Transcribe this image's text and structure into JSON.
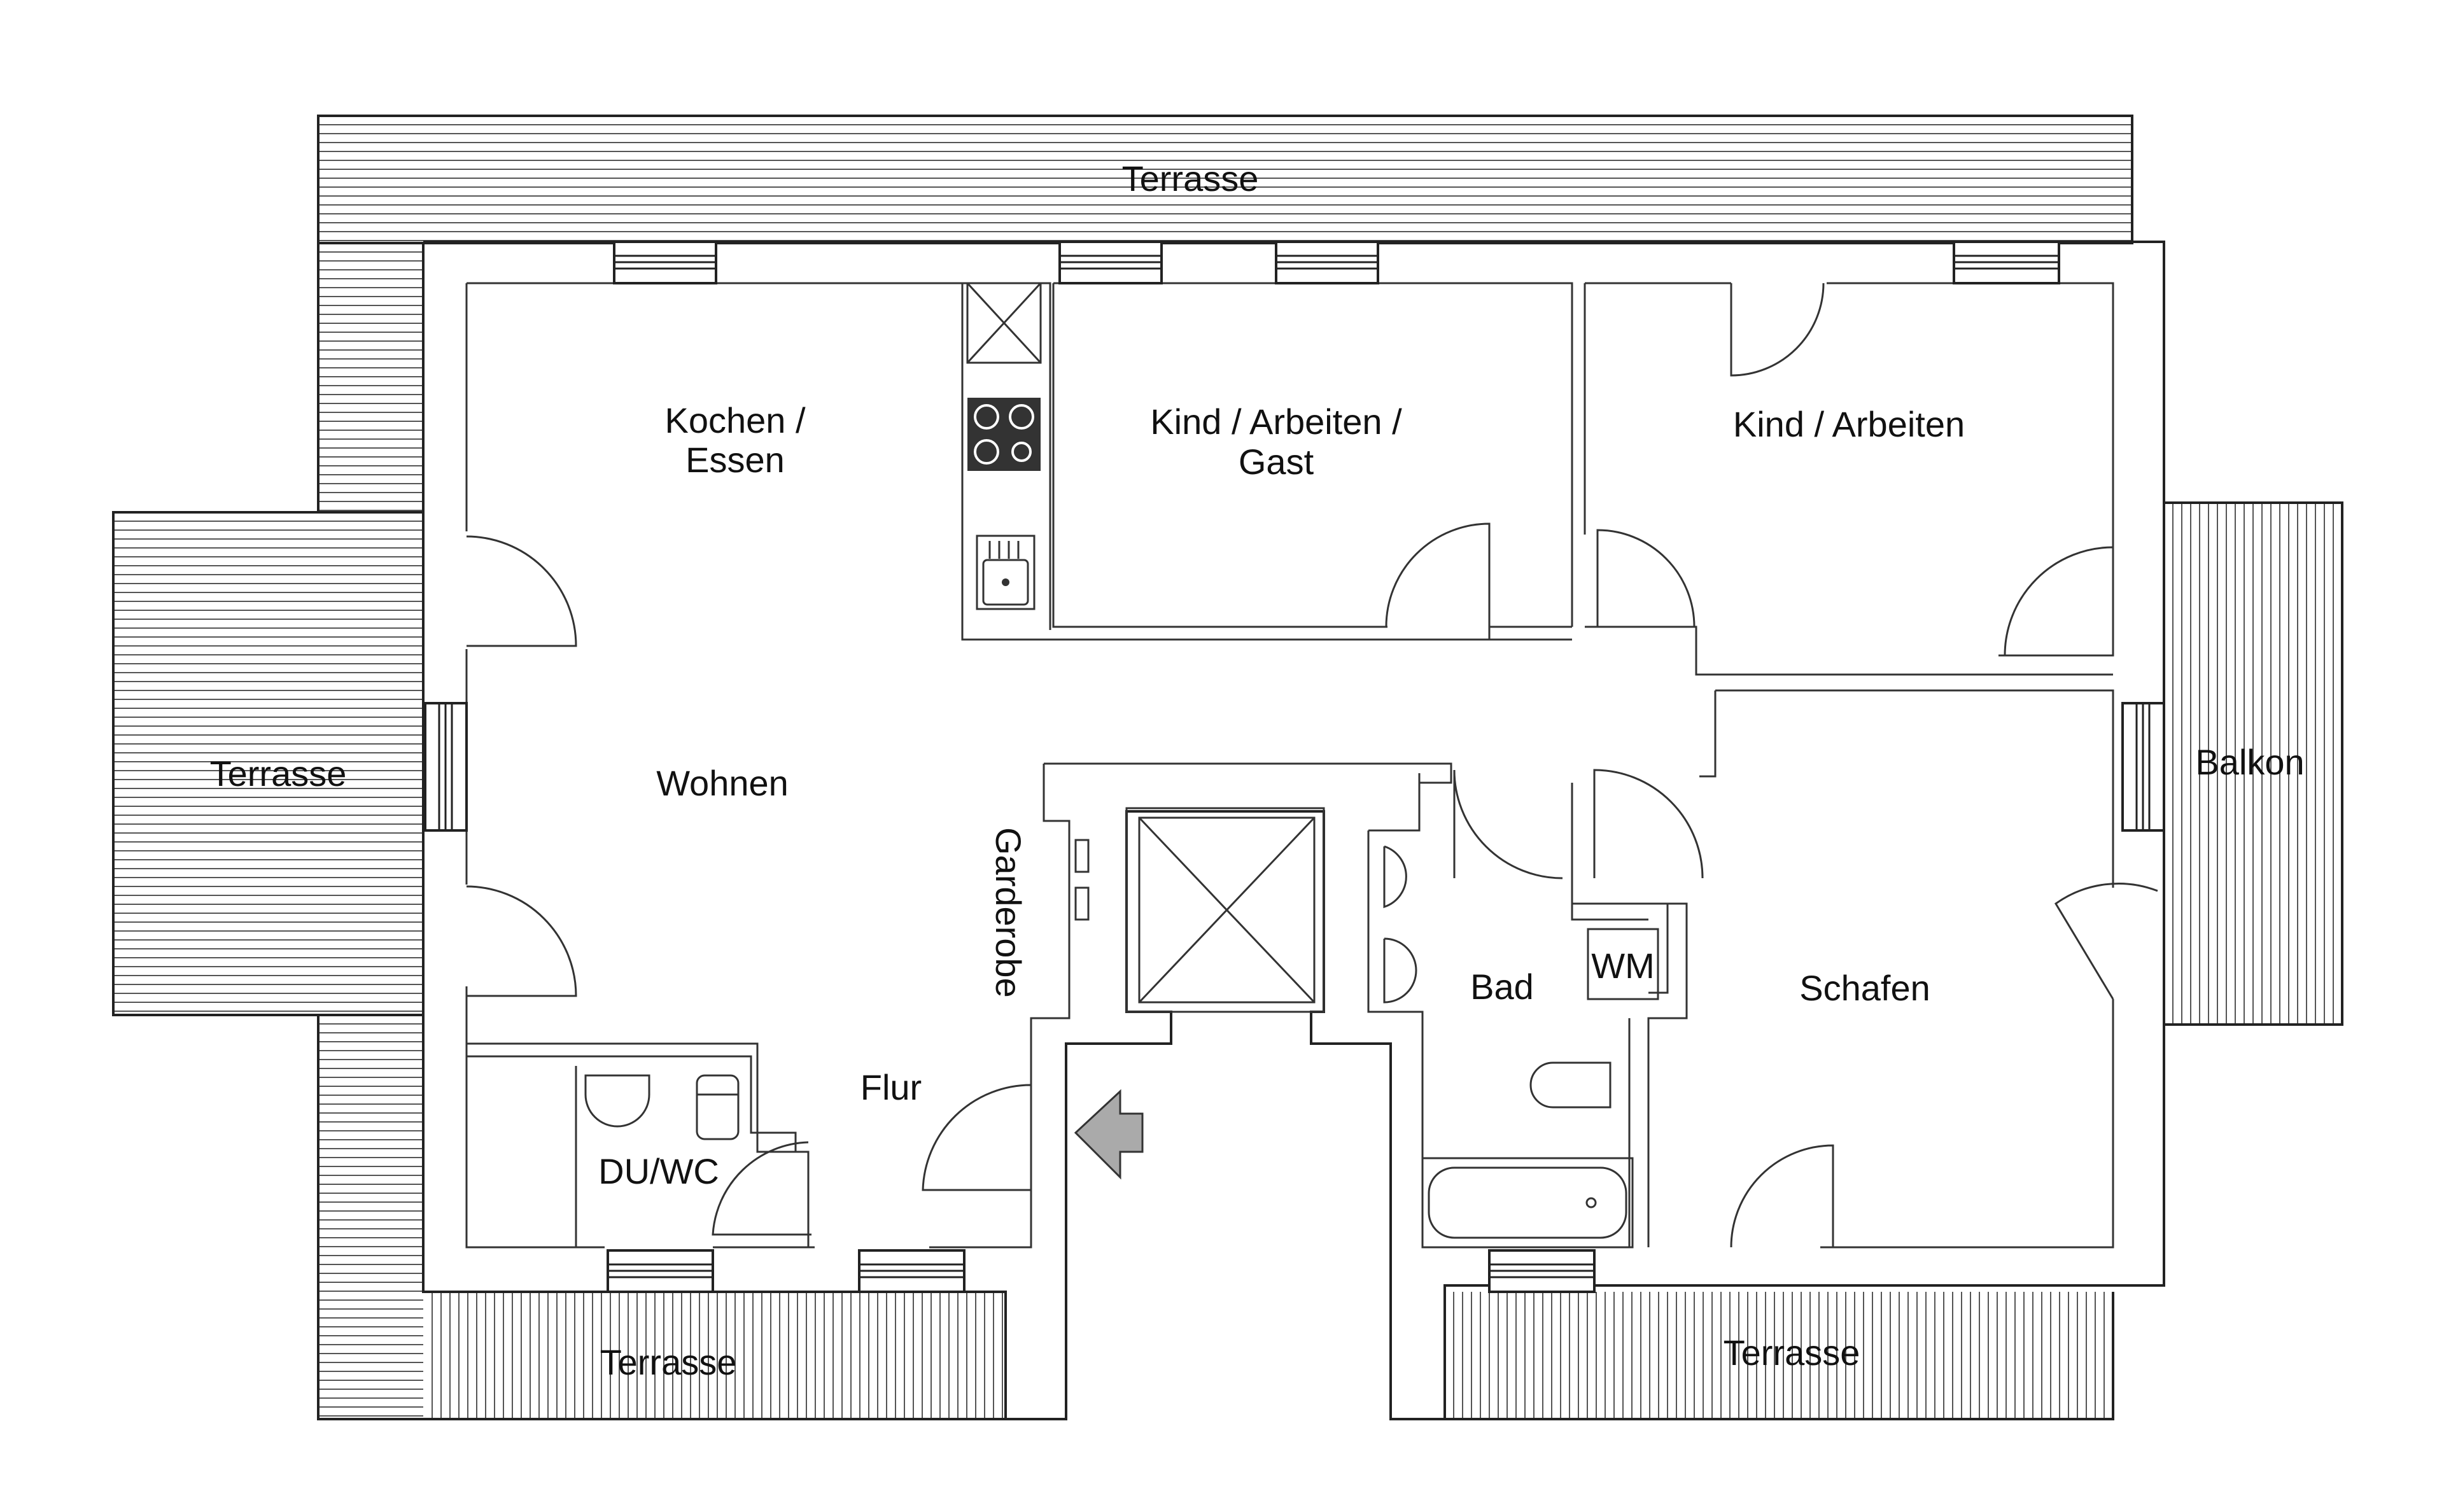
{
  "rooms": {
    "kochen_line1": "Kochen /",
    "kochen_line2": "Essen",
    "kind_gast_line1": "Kind / Arbeiten /",
    "kind_gast_line2": "Gast",
    "kind_arbeiten": "Kind / Arbeiten",
    "wohnen": "Wohnen",
    "garderobe": "Garderobe",
    "flur": "Flur",
    "du_wc": "DU/WC",
    "bad": "Bad",
    "wm": "WM",
    "schafen": "Schafen",
    "balkon": "Balkon"
  },
  "terraces": {
    "top": "Terrasse",
    "left": "Terrasse",
    "bottom_left": "Terrasse",
    "bottom_right": "Terrasse"
  },
  "colors": {
    "wall": "#222222",
    "deck": "#555555",
    "hob": "#333333"
  }
}
